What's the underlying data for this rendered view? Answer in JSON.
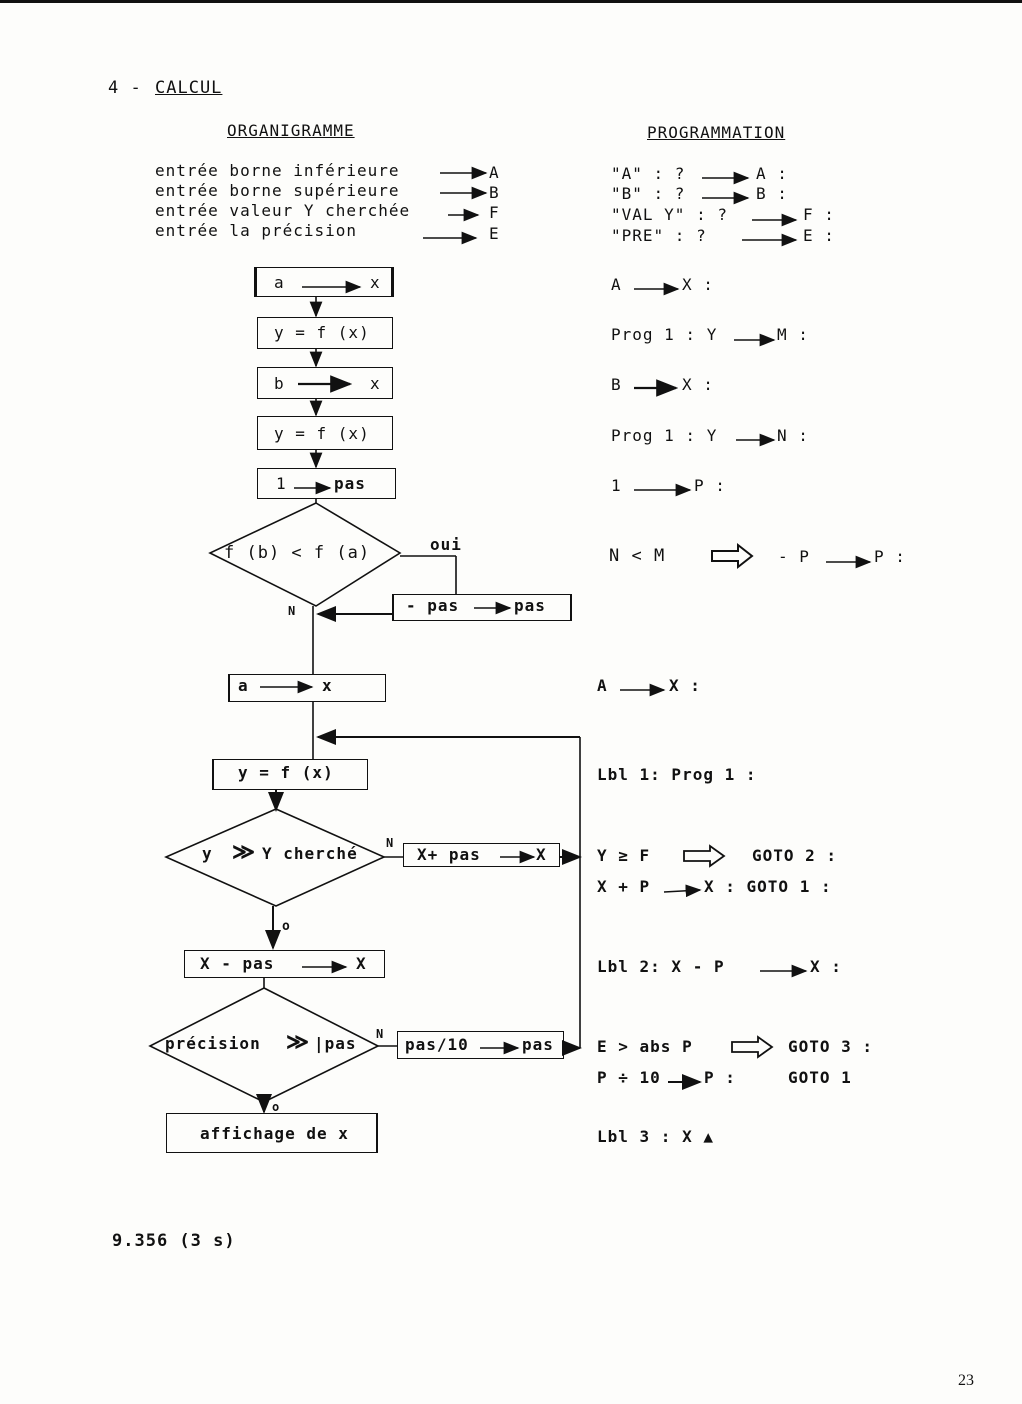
{
  "section": {
    "number": "4 -",
    "title": "CALCUL"
  },
  "headers": {
    "left": "ORGANIGRAMME",
    "right": "PROGRAMMATION"
  },
  "inputs": [
    "entrée borne inférieure",
    "entrée borne supérieure",
    "entrée valeur Y cherchée",
    "entrée la précision"
  ],
  "input_vars": [
    "A",
    "B",
    "F",
    "E"
  ],
  "flow": {
    "box1_left": "a",
    "box1_right": "x",
    "box2": "y = f (x)",
    "box3_left": "b",
    "box3_right": "x",
    "box4": "y = f (x)",
    "box5_left": "1",
    "box5_right": "pas",
    "dec1": "f (b) < f (a)",
    "dec1_yes": "oui",
    "dec1_no": "N",
    "box6_left": "- pas",
    "box6_right": "pas",
    "box7_left": "a",
    "box7_right": "x",
    "box8": "y = f (x)",
    "dec2_left": "y",
    "dec2_op": "≫",
    "dec2_right": "Y cherché",
    "dec2_no": "N",
    "dec2_yes": "o",
    "box9_left": "X+ pas",
    "box9_right": "X",
    "box10_left": "X - pas",
    "box10_right": "X",
    "dec3_left": "précision",
    "dec3_op": "≫",
    "dec3_right": "|pas",
    "dec3_no": "N",
    "dec3_yes": "o",
    "box11_left": "pas/10",
    "box11_right": "pas",
    "box12": "affichage de x"
  },
  "program": {
    "p1": "\"A\" : ?",
    "p1b": "A :",
    "p2": "\"B\" : ?",
    "p2b": "B :",
    "p3": "\"VAL Y\" : ?",
    "p3b": "F :",
    "p4": "\"PRE\" : ?",
    "p4b": "E :",
    "p5": "A",
    "p5b": "X :",
    "p6": "Prog 1 : Y",
    "p6b": "M :",
    "p7": "B",
    "p7b": "X :",
    "p8": "Prog 1 : Y",
    "p8b": "N :",
    "p9": "1",
    "p9b": "P :",
    "p10": "N < M",
    "p10b": "- P",
    "p10c": "P :",
    "p11": "A",
    "p11b": "X :",
    "p12": "Lbl 1: Prog 1 :",
    "p13": "Y ≥ F",
    "p13b": "GOTO 2 :",
    "p14": "X + P",
    "p14b": "X : GOTO 1 :",
    "p15": "Lbl 2: X - P",
    "p15b": "X :",
    "p16": "E > abs P",
    "p16b": "GOTO 3 :",
    "p17": "P ÷ 10",
    "p17b": "P :",
    "p17c": "GOTO 1",
    "p18": "Lbl 3 : X ▲"
  },
  "result": "9.356 (3 s)",
  "page_number": "23"
}
